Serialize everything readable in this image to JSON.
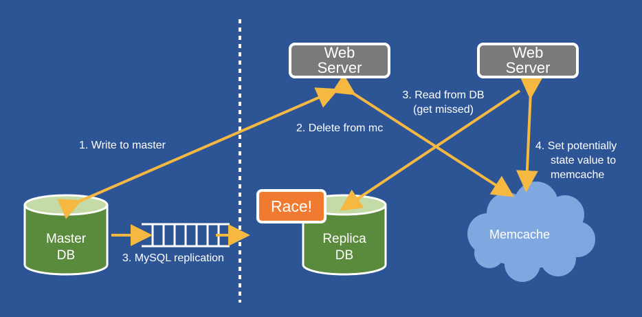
{
  "nodes": {
    "web_server_1": "Web\nServer",
    "web_server_2": "Web\nServer",
    "master_db": "Master\nDB",
    "replica_db": "Replica\nDB",
    "memcache": "Memcache",
    "race": "Race!"
  },
  "edges": {
    "write_to_master": "1. Write to master",
    "delete_from_mc": "2. Delete from mc",
    "read_from_db_line1": "3. Read from DB",
    "read_from_db_line2": "(get missed)",
    "mysql_replication": "3. MySQL replication",
    "set_value_line1": "4. Set potentially",
    "set_value_line2": "state value to",
    "set_value_line3": "memcache"
  },
  "colors": {
    "background": "#2d5596",
    "arrow": "#f5b841",
    "db_fill": "#5a8a3c",
    "db_top": "#c5dba7",
    "server_fill": "#7a7a7a",
    "race_fill": "#f07a30",
    "cloud_fill": "#7fa8e0"
  }
}
